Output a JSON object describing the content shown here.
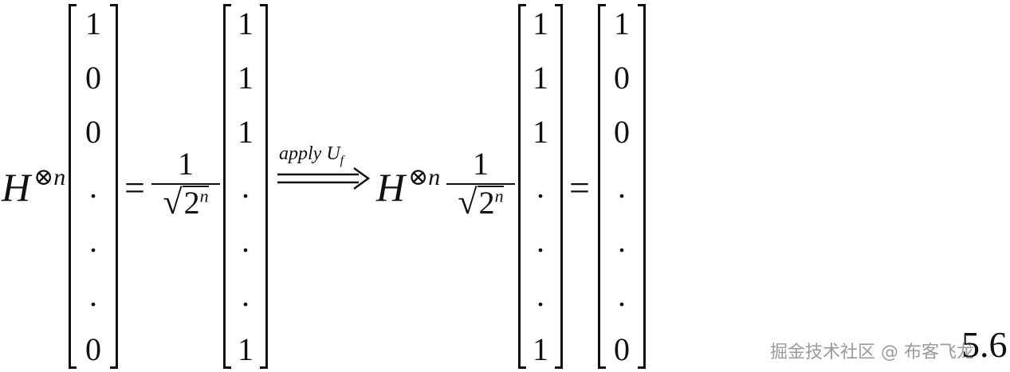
{
  "equation": {
    "operator_base": "H",
    "operator_sup": "⊗n",
    "equals": "=",
    "frac_numerator": "1",
    "sqrt_symbol": "√",
    "sqrt_base": "2",
    "sqrt_exponent": "n",
    "arrow_label": "apply U",
    "arrow_label_sub": "f",
    "arrow": "⟹",
    "matrices": [
      [
        "1",
        "0",
        "0",
        ".",
        ".",
        ".",
        "0"
      ],
      [
        "1",
        "1",
        "1",
        ".",
        ".",
        ".",
        "1"
      ],
      [
        "1",
        "1",
        "1",
        ".",
        ".",
        ".",
        "1"
      ],
      [
        "1",
        "0",
        "0",
        ".",
        ".",
        ".",
        "0"
      ]
    ]
  },
  "watermark": "掘金技术社区 @ 布客飞龙",
  "figure_number": "5.6"
}
